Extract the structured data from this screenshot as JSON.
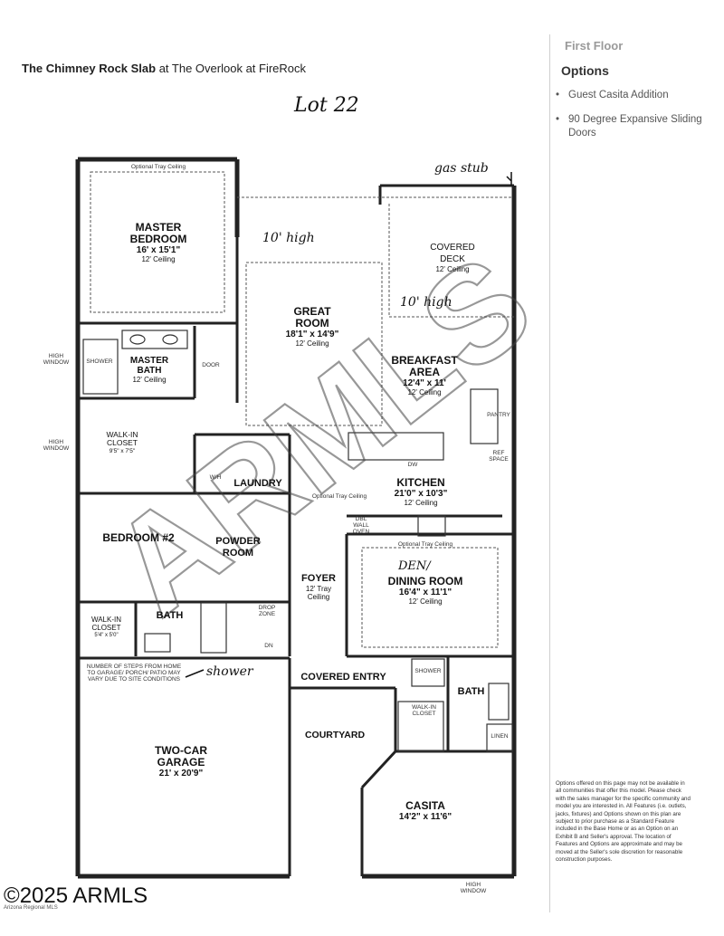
{
  "header": {
    "title_bold": "The Chimney Rock Slab",
    "title_rest": " at The Overlook at FireRock",
    "lot_note": "Lot 22"
  },
  "sidebar": {
    "floor": "First Floor",
    "options_heading": "Options",
    "options": [
      {
        "bullet": "•",
        "label": "Guest Casita Addition"
      },
      {
        "bullet": "•",
        "label": "90 Degree Expansive Sliding Doors"
      }
    ],
    "disclaimer": "Options offered on this page may not be available in all communities that offer this model. Please check with the sales manager for the specific community and model you are interested in. All Features (i.e. outlets, jacks, fixtures) and Options shown on this plan are subject to prior purchase as a Standard Feature included in the Base Home or as an Option on an Exhibit B and Seller's approval. The location of Features and Options are approximate and may be moved at the Seller's sole discretion for reasonable construction purposes."
  },
  "handnotes": {
    "gas_stub": "gas stub",
    "ten_high_1": "10' high",
    "ten_high_2": "10' high",
    "den": "DEN/",
    "shower": "shower"
  },
  "rooms": {
    "master_bedroom": {
      "name1": "MASTER",
      "name2": "BEDROOM",
      "dim": "16' x 15'1\"",
      "ceiling": "12' Ceiling"
    },
    "covered_deck": {
      "name1": "COVERED",
      "name2": "DECK",
      "ceiling": "12' Ceiling"
    },
    "great_room": {
      "name1": "GREAT",
      "name2": "ROOM",
      "dim": "18'1\" x 14'9\"",
      "ceiling": "12' Ceiling"
    },
    "breakfast_area": {
      "name1": "BREAKFAST",
      "name2": "AREA",
      "dim": "12'4\" x 11'",
      "ceiling": "12' Ceiling"
    },
    "master_bath": {
      "name1": "MASTER",
      "name2": "BATH",
      "ceiling": "12' Ceiling"
    },
    "walk_in_closet": {
      "name1": "WALK-IN",
      "name2": "CLOSET",
      "dim": "9'5\" x 7'5\""
    },
    "kitchen": {
      "name": "KITCHEN",
      "dim": "21'0\" x 10'3\"",
      "ceiling": "12' Ceiling"
    },
    "laundry": {
      "name": "LAUNDRY"
    },
    "bedroom2": {
      "name": "BEDROOM #2"
    },
    "powder_room": {
      "name1": "POWDER",
      "name2": "ROOM"
    },
    "foyer": {
      "name": "FOYER",
      "ceiling1": "12' Tray",
      "ceiling2": "Ceiling"
    },
    "dining_room": {
      "name": "DINING ROOM",
      "dim": "16'4\" x 11'1\"",
      "ceiling": "12' Ceiling"
    },
    "walk_in_close": {
      "name1": "WALK-IN",
      "name2": "CLOSET",
      "dim": "5'4\" x 5'0\""
    },
    "bath": {
      "name": "BATH"
    },
    "covered_entry": {
      "name": "COVERED ENTRY"
    },
    "courtyard": {
      "name": "COURTYARD"
    },
    "casita_bath": {
      "name": "BATH"
    },
    "garage": {
      "name1": "TWO-CAR",
      "name2": "GARAGE",
      "dim": "21' x 20'9\""
    },
    "casita": {
      "name": "CASITA",
      "dim": "14'2\" x 11'6\""
    }
  },
  "small_labels": {
    "optional_tray_ceiling_1": "Optional Tray Ceiling",
    "optional_tray_ceiling_2": "Optional Tray Ceiling",
    "optional_tray_ceiling_3": "Optional Tray Ceiling",
    "high_window_1": "HIGH WINDOW",
    "high_window_2": "HIGH WINDOW",
    "high_window_3": "HIGH WINDOW",
    "shower_1": "SHOWER",
    "shower_2": "SHOWER",
    "door": "DOOR",
    "pantry": "PANTRY",
    "ref_space": "REF SPACE",
    "dw": "DW",
    "dbl_wall_oven": "DBL WALL OVEN",
    "drop_zone": "DROP ZONE",
    "walk_in_closet_casita": "WALK-IN CLOSET",
    "linen": "LINEN",
    "steps_note": "NUMBER OF STEPS FROM HOME TO GARAGE/ PORCH/ PATIO MAY VARY DUE TO SITE CONDITIONS",
    "wh": "W/H",
    "dn": "DN"
  },
  "stamp": "ARMLS",
  "watermark": {
    "year": "2025",
    "name": "ARMLS",
    "sub": "Arizona Regional MLS"
  }
}
